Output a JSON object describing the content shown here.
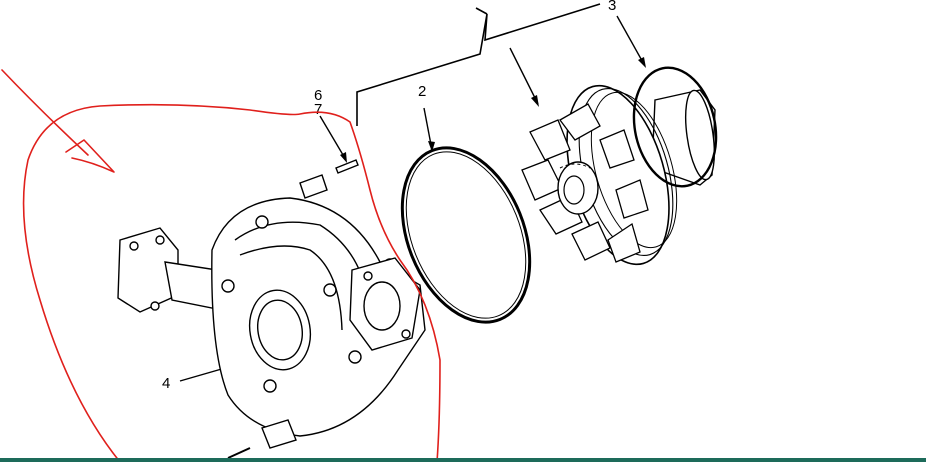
{
  "callouts": {
    "c2": "2",
    "c3": "3",
    "c4": "4",
    "c6": "6",
    "c7": "7"
  },
  "colors": {
    "line": "#000000",
    "annotation": "#e0201c",
    "bottom_bar": "#1d6b5a"
  }
}
